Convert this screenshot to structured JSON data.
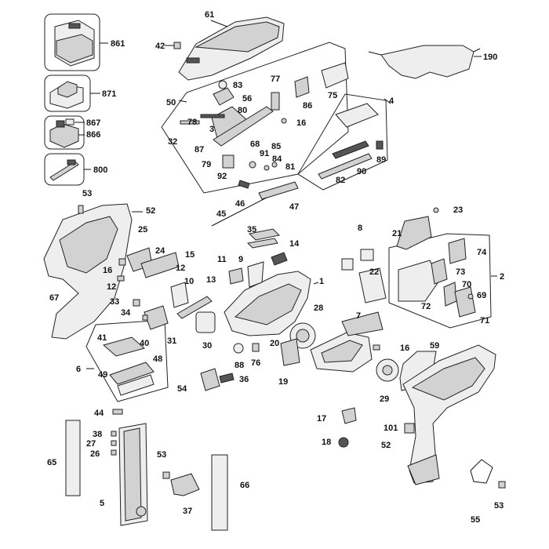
{
  "callouts": [
    {
      "id": "c861",
      "text": "861"
    },
    {
      "id": "c871",
      "text": "871"
    },
    {
      "id": "c867",
      "text": "867"
    },
    {
      "id": "c866",
      "text": "866"
    },
    {
      "id": "c800",
      "text": "800"
    },
    {
      "id": "c61",
      "text": "61"
    },
    {
      "id": "c42",
      "text": "42"
    },
    {
      "id": "c190",
      "text": "190"
    },
    {
      "id": "c83",
      "text": "83"
    },
    {
      "id": "c77",
      "text": "77"
    },
    {
      "id": "c56",
      "text": "56"
    },
    {
      "id": "c50",
      "text": "50"
    },
    {
      "id": "c86",
      "text": "86"
    },
    {
      "id": "c75",
      "text": "75"
    },
    {
      "id": "c80",
      "text": "80"
    },
    {
      "id": "c4",
      "text": "4"
    },
    {
      "id": "c78",
      "text": "78"
    },
    {
      "id": "c3",
      "text": "3"
    },
    {
      "id": "c16a",
      "text": "16"
    },
    {
      "id": "c32",
      "text": "32"
    },
    {
      "id": "c87",
      "text": "87"
    },
    {
      "id": "c68",
      "text": "68"
    },
    {
      "id": "c85",
      "text": "85"
    },
    {
      "id": "c91",
      "text": "91"
    },
    {
      "id": "c84",
      "text": "84"
    },
    {
      "id": "c79",
      "text": "79"
    },
    {
      "id": "c89",
      "text": "89"
    },
    {
      "id": "c81",
      "text": "81"
    },
    {
      "id": "c90",
      "text": "90"
    },
    {
      "id": "c92",
      "text": "92"
    },
    {
      "id": "c82",
      "text": "82"
    },
    {
      "id": "c53a",
      "text": "53"
    },
    {
      "id": "c52a",
      "text": "52"
    },
    {
      "id": "c46",
      "text": "46"
    },
    {
      "id": "c45",
      "text": "45"
    },
    {
      "id": "c47",
      "text": "47"
    },
    {
      "id": "c23",
      "text": "23"
    },
    {
      "id": "c25",
      "text": "25"
    },
    {
      "id": "c35",
      "text": "35"
    },
    {
      "id": "c8",
      "text": "8"
    },
    {
      "id": "c21",
      "text": "21"
    },
    {
      "id": "c24",
      "text": "24"
    },
    {
      "id": "c15",
      "text": "15"
    },
    {
      "id": "c14",
      "text": "14"
    },
    {
      "id": "c74",
      "text": "74"
    },
    {
      "id": "c11",
      "text": "11"
    },
    {
      "id": "c9",
      "text": "9"
    },
    {
      "id": "c2",
      "text": "2"
    },
    {
      "id": "c16b",
      "text": "16"
    },
    {
      "id": "c12a",
      "text": "12"
    },
    {
      "id": "c12b",
      "text": "12"
    },
    {
      "id": "c22",
      "text": "22"
    },
    {
      "id": "c73",
      "text": "73"
    },
    {
      "id": "c67",
      "text": "67"
    },
    {
      "id": "c10",
      "text": "10"
    },
    {
      "id": "c13",
      "text": "13"
    },
    {
      "id": "c1",
      "text": "1"
    },
    {
      "id": "c70",
      "text": "70"
    },
    {
      "id": "c33",
      "text": "33"
    },
    {
      "id": "c34",
      "text": "34"
    },
    {
      "id": "c72",
      "text": "72"
    },
    {
      "id": "c69",
      "text": "69"
    },
    {
      "id": "c71",
      "text": "71"
    },
    {
      "id": "c28",
      "text": "28"
    },
    {
      "id": "c41",
      "text": "41"
    },
    {
      "id": "c40",
      "text": "40"
    },
    {
      "id": "c31",
      "text": "31"
    },
    {
      "id": "c30",
      "text": "30"
    },
    {
      "id": "c7",
      "text": "7"
    },
    {
      "id": "c20",
      "text": "20"
    },
    {
      "id": "c16c",
      "text": "16"
    },
    {
      "id": "c59",
      "text": "59"
    },
    {
      "id": "c88",
      "text": "88"
    },
    {
      "id": "c76",
      "text": "76"
    },
    {
      "id": "c6",
      "text": "6"
    },
    {
      "id": "c49",
      "text": "49"
    },
    {
      "id": "c48",
      "text": "48"
    },
    {
      "id": "c19",
      "text": "19"
    },
    {
      "id": "c54",
      "text": "54"
    },
    {
      "id": "c36",
      "text": "36"
    },
    {
      "id": "c29",
      "text": "29"
    },
    {
      "id": "c44",
      "text": "44"
    },
    {
      "id": "c17",
      "text": "17"
    },
    {
      "id": "c101",
      "text": "101"
    },
    {
      "id": "c38",
      "text": "38"
    },
    {
      "id": "c27",
      "text": "27"
    },
    {
      "id": "c26",
      "text": "26"
    },
    {
      "id": "c18",
      "text": "18"
    },
    {
      "id": "c52b",
      "text": "52"
    },
    {
      "id": "c65",
      "text": "65"
    },
    {
      "id": "c53b",
      "text": "53"
    },
    {
      "id": "c66",
      "text": "66"
    },
    {
      "id": "c5",
      "text": "5"
    },
    {
      "id": "c37",
      "text": "37"
    },
    {
      "id": "c55",
      "text": "55"
    },
    {
      "id": "c53c",
      "text": "53"
    }
  ]
}
